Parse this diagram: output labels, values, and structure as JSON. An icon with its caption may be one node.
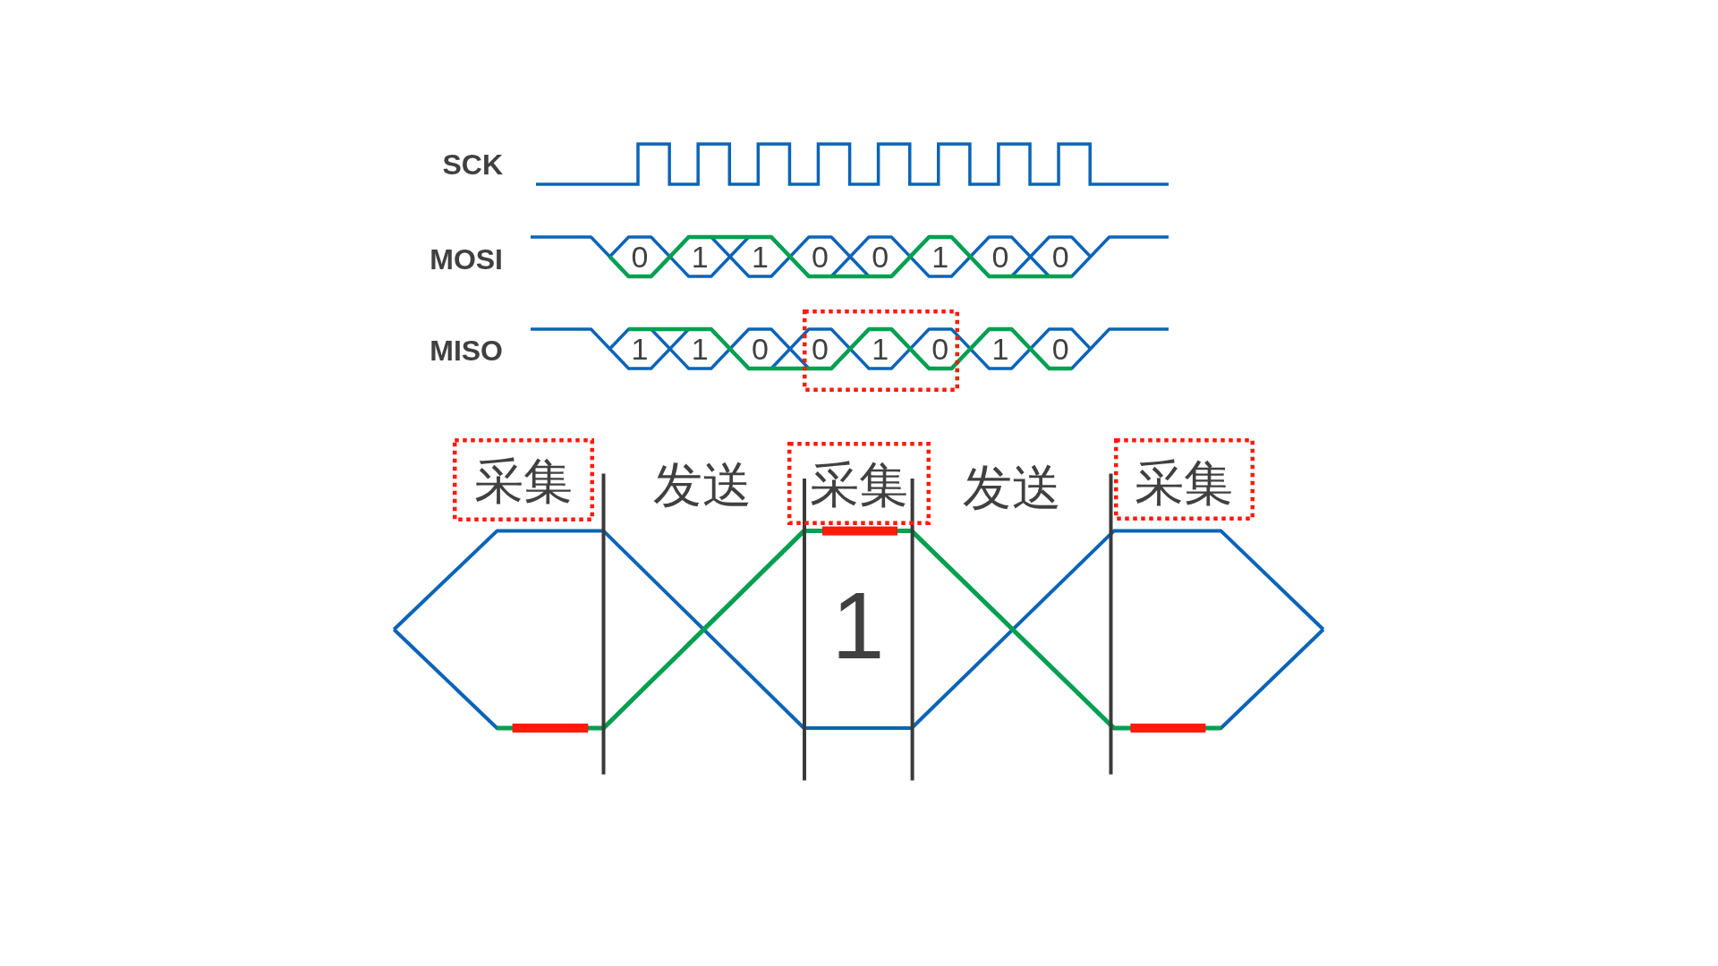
{
  "diagram": {
    "nodes": [
      {
        "text": [
          "0",
          "1",
          "0"
        ]
      },
      {
        "text": [
          "采集"
        ]
      },
      {
        "text": [
          "采集"
        ]
      },
      {
        "text": [
          "采集"
        ]
      }
    ],
    "labels": [
      "SCK",
      "MOSI",
      "0",
      "1",
      "1",
      "0",
      "0",
      "1",
      "0",
      "0",
      "MISO",
      "1",
      "1",
      "0",
      "1",
      "0",
      "发送",
      "发送",
      "1"
    ]
  }
}
